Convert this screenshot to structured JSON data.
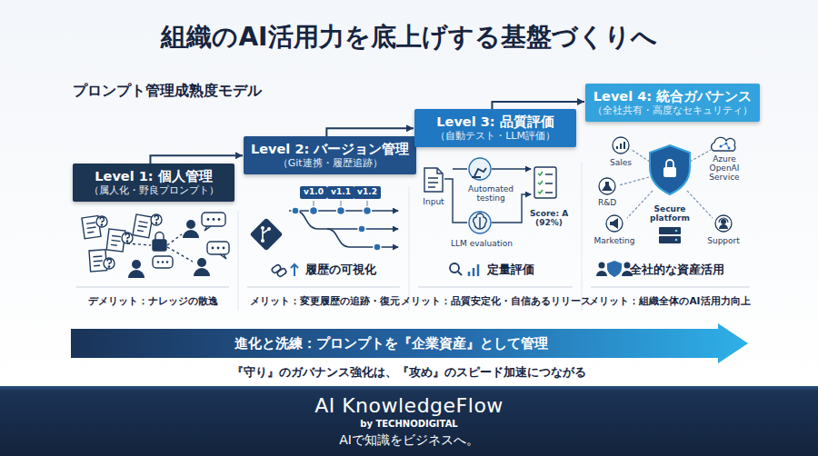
{
  "diagram": {
    "title": "組織のAI活用力を底上げする基盤づくりへ",
    "nodes": [
      {
        "text": [
          "Level 1: 個人管理",
          "（属人化・野良プロンプト）"
        ]
      },
      {
        "text": [
          "Level 2: バージョン管理",
          "（Git連携・履歴追跡）"
        ]
      },
      {
        "text": [
          "Level 3: 品質評価",
          "（自動テスト・LLM評価）"
        ]
      },
      {
        "text": [
          "Level 4: 統合ガバナンス",
          "（全社共有・高度なセキュリティ）"
        ]
      },
      {
        "text": [
          "v1.0"
        ]
      },
      {
        "text": [
          "v1.1"
        ]
      },
      {
        "text": [
          "v1.2"
        ]
      },
      {
        "text": [
          "進化と洗練：プロンプトを『企業資産』として管理"
        ]
      },
      {
        "text": [
          "AI KnowledgeFlow",
          "by TECHNODIGITAL",
          "AIで知識をビジネスへ。"
        ]
      }
    ],
    "edges": [
      {
        "from": 0,
        "to": 1,
        "arrow": "to"
      },
      {
        "from": 1,
        "to": 2,
        "arrow": "to"
      },
      {
        "from": 2,
        "to": 3,
        "arrow": "to"
      }
    ],
    "labels": [
      "プロンプト管理成熟度モデル",
      "Input",
      "Automated testing",
      "Score: A (92%)",
      "LLM evaluation",
      "Sales",
      "Azure OpenAI Service",
      "R&D",
      "Secure platform",
      "Marketing",
      "Support",
      "履歴の可視化",
      "定量評価",
      "全社的な資産活用",
      "デメリット：ナレッジの散逸",
      "メリット：変更履歴の追跡・復元",
      "メリット：品質安定化・自信あるリリース",
      "メリット：組織全体のAI活用力向上",
      "『守り』のガバナンス強化は、『攻め』のスピード加速につながる"
    ]
  }
}
